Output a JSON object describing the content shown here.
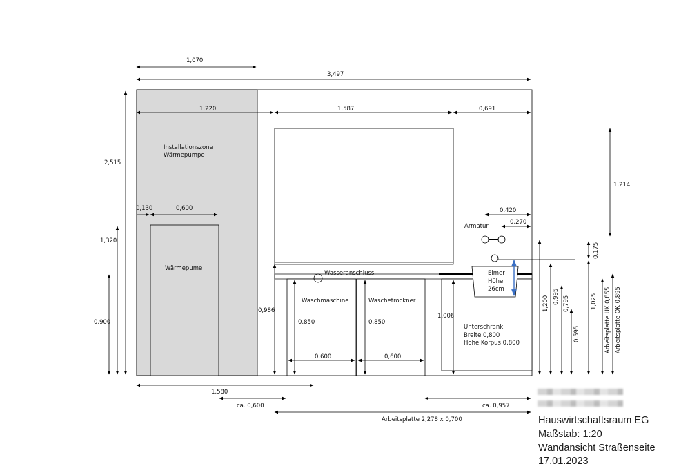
{
  "labels": {
    "installation_zone": [
      "Installationszone",
      "Wärmepumpe"
    ],
    "heat_pump": "Wärmepume",
    "washing_machine": "Waschmaschine",
    "dryer": "Wäschetrockner",
    "water_connection": "Wasseranschluss",
    "faucet": "Armatur",
    "bucket": [
      "Eimer",
      "Höhe",
      "26cm"
    ],
    "base_cabinet": [
      "Unterschrank",
      "Breite 0,800",
      "Höhe Korpus 0,800"
    ]
  },
  "dimensions": {
    "top_1070": "1,070",
    "total_width": "3,497",
    "zone_width": "1,220",
    "window_width": "1,587",
    "right_width": "0,691",
    "wall_height": "2,515",
    "pump_height": "1,320",
    "pump_offset": "0,130",
    "pump_width": "0,600",
    "height_0900": "0,900",
    "worktop_height_left": "0,986",
    "wm_height": "0,850",
    "dryer_height": "0,850",
    "wm_width": "0,600",
    "dryer_width": "0,600",
    "cabinet_height": "1,006",
    "faucet_420": "0,420",
    "faucet_270": "0,270",
    "upper_1214": "1,214",
    "dim_0175": "0,175",
    "dim_1200": "1,200",
    "dim_0995": "0,995",
    "dim_0795": "0,795",
    "dim_0595": "0,595",
    "dim_1025": "1,025",
    "worktop_uk": "Arbeitsplatte UK 0,855",
    "worktop_ok": "Arbeitsplatte OK 0,895",
    "bottom_1580": "1,580",
    "bottom_ca0600": "ca. 0,600",
    "bottom_ca0957": "ca. 0,957",
    "worktop_size": "Arbeitsplatte 2,278 x 0,700"
  },
  "title_block": {
    "room": "Hauswirtschaftsraum EG",
    "scale": "Maßstab: 1:20",
    "view": "Wandansicht Straßenseite",
    "date": "17.01.2023"
  },
  "colors": {
    "line": "#000000",
    "zone_fill": "#d9d9d9",
    "accent_arrow": "#3a6fc4"
  }
}
